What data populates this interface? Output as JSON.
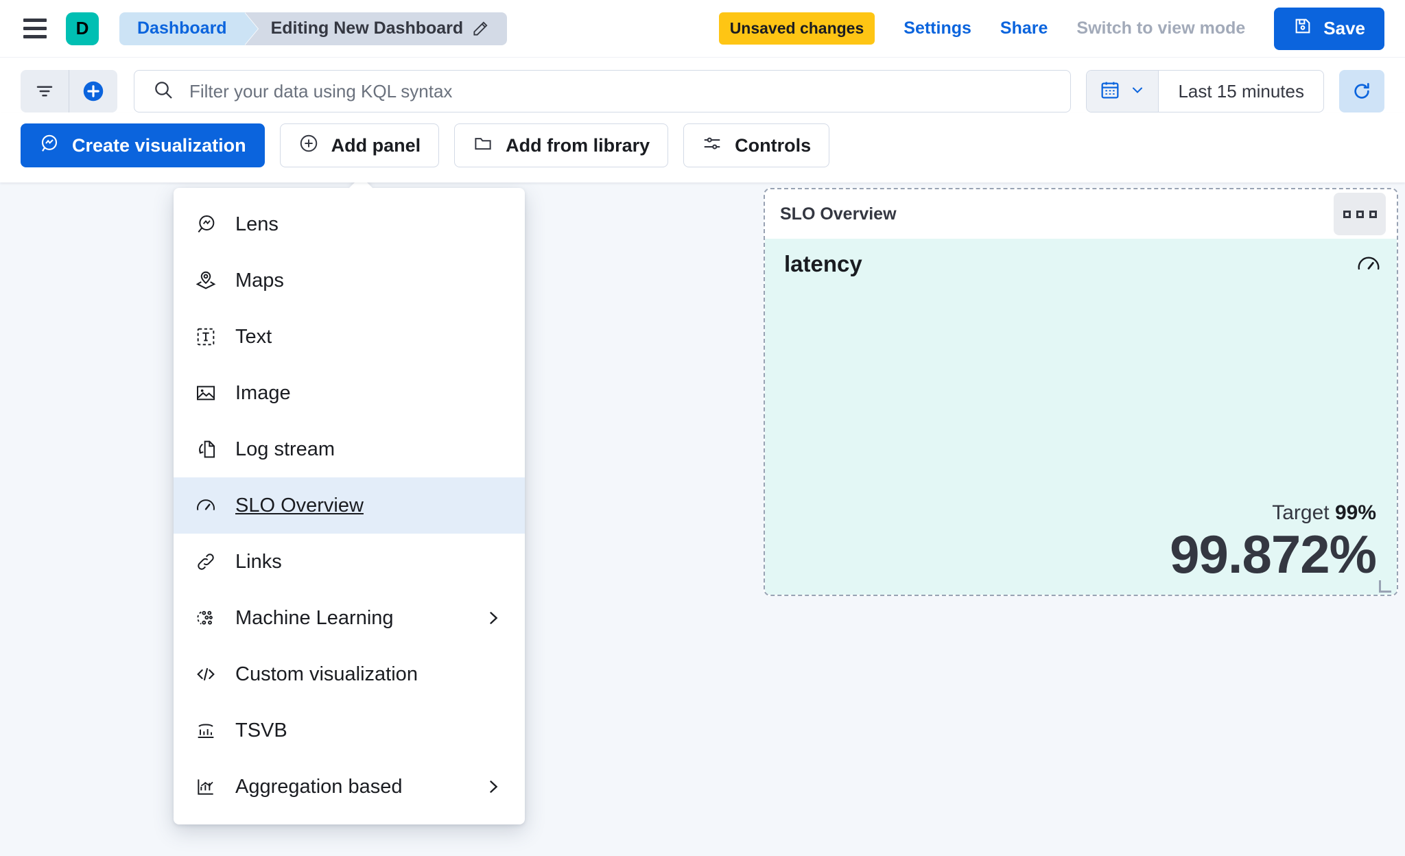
{
  "header": {
    "menu_icon": "hamburger-icon",
    "avatar_letter": "D",
    "breadcrumb_root": "Dashboard",
    "breadcrumb_current": "Editing New Dashboard",
    "edit_icon": "pencil-icon",
    "unsaved_badge": "Unsaved changes",
    "settings_link": "Settings",
    "share_link": "Share",
    "view_mode_link": "Switch to view mode",
    "save_label": "Save",
    "save_icon": "floppy-disk-icon",
    "accent_blue": "#0B64DD",
    "warning_yellow": "#FEC514",
    "avatar_teal": "#00BFB3"
  },
  "query": {
    "filter_icon": "filter-icon",
    "add_filter_icon": "add-circle-icon",
    "search_icon": "search-icon",
    "placeholder": "Filter your data using KQL syntax",
    "value": "",
    "calendar_icon": "calendar-icon",
    "chevron_icon": "chevron-down-icon",
    "time_range": "Last 15 minutes",
    "refresh_icon": "refresh-icon"
  },
  "toolbar": {
    "buttons": [
      {
        "label": "Create visualization",
        "icon": "lens-icon",
        "primary": true
      },
      {
        "label": "Add panel",
        "icon": "plus-circle-icon",
        "primary": false
      },
      {
        "label": "Add from library",
        "icon": "folder-icon",
        "primary": false
      },
      {
        "label": "Controls",
        "icon": "controls-sliders-icon",
        "primary": false
      }
    ]
  },
  "add_panel_menu": {
    "items": [
      {
        "label": "Lens",
        "icon": "lens-icon",
        "submenu": false,
        "selected": false
      },
      {
        "label": "Maps",
        "icon": "map-marker-icon",
        "submenu": false,
        "selected": false
      },
      {
        "label": "Text",
        "icon": "text-box-icon",
        "submenu": false,
        "selected": false
      },
      {
        "label": "Image",
        "icon": "image-icon",
        "submenu": false,
        "selected": false
      },
      {
        "label": "Log stream",
        "icon": "log-stream-icon",
        "submenu": false,
        "selected": false
      },
      {
        "label": "SLO Overview",
        "icon": "gauge-icon",
        "submenu": false,
        "selected": true
      },
      {
        "label": "Links",
        "icon": "link-chain-icon",
        "submenu": false,
        "selected": false
      },
      {
        "label": "Machine Learning",
        "icon": "machine-learning-icon",
        "submenu": true,
        "selected": false
      },
      {
        "label": "Custom visualization",
        "icon": "code-brackets-icon",
        "submenu": true,
        "selected": false
      },
      {
        "label": "TSVB",
        "icon": "tsvb-chart-icon",
        "submenu": false,
        "selected": false
      },
      {
        "label": "Aggregation based",
        "icon": "aggregation-chart-icon",
        "submenu": true,
        "selected": false
      }
    ],
    "chevron_icon": "chevron-right-icon",
    "selected_bg": "#E3EDF9"
  },
  "slo_panel": {
    "title": "SLO Overview",
    "context_menu_icon": "ellipsis-icon",
    "metric_name": "latency",
    "gauge_icon": "gauge-icon",
    "target_label": "Target",
    "target_value": "99%",
    "sli_value": "99.872%",
    "body_bg": "#E3F7F5",
    "resize_handle_icon": "resize-corner-icon"
  }
}
